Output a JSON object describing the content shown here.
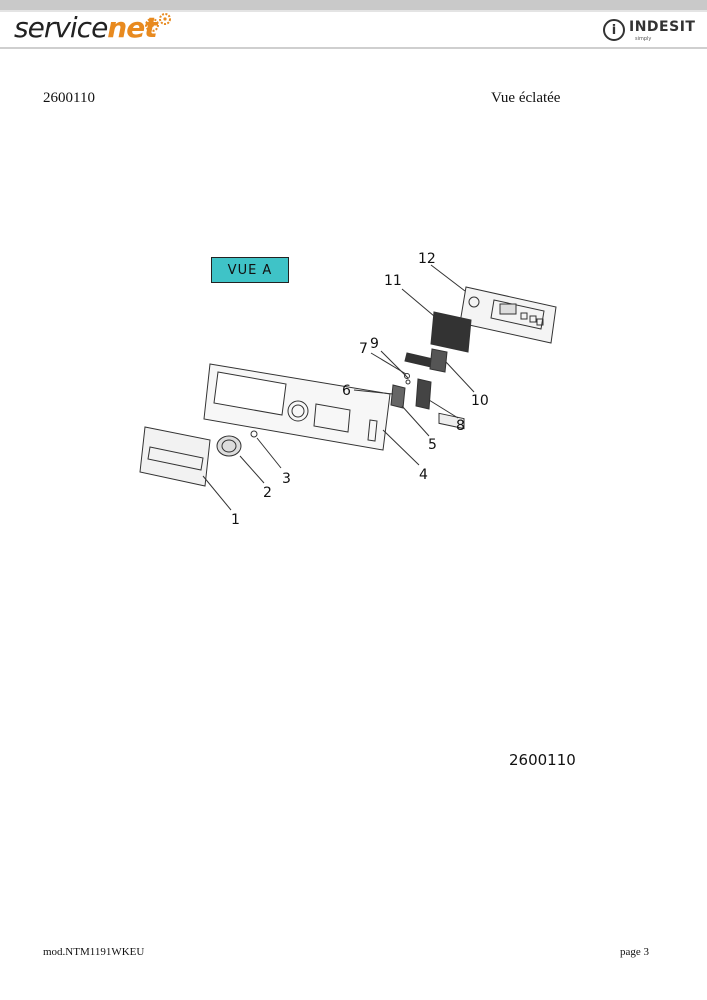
{
  "header": {
    "brand_left_a": "service",
    "brand_left_b": "net",
    "brand_right": "INDESIT",
    "brand_right_sub": "simply",
    "brand_right_mark": "i"
  },
  "document": {
    "code": "2600110",
    "title": "Vue éclatée",
    "view_label": "VUE A",
    "drawing_code": "2600110"
  },
  "diagram": {
    "parts": [
      "1",
      "2",
      "3",
      "4",
      "5",
      "6",
      "7",
      "8",
      "9",
      "10",
      "11",
      "12"
    ]
  },
  "footer": {
    "model": "mod.NTM1191WKEU",
    "page": "page 3"
  }
}
